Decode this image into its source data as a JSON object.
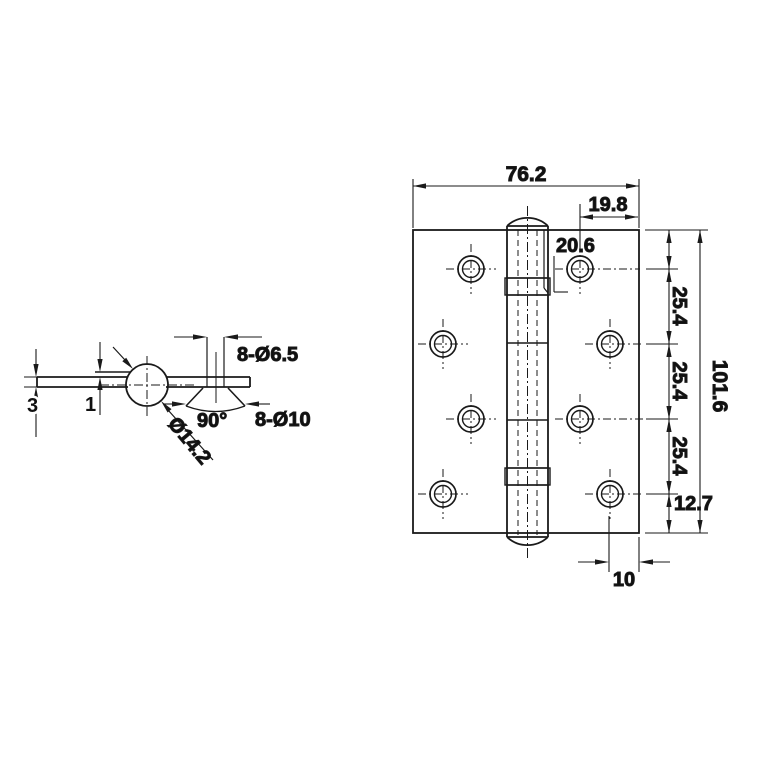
{
  "drawing_title": "butt-hinge-dimension-drawing",
  "side_view": {
    "thickness_label": "3",
    "leaf_gap_label": "1",
    "knuckle_diameter_label": "Ø14.2",
    "countersink_angle_label": "90°",
    "hole_spec_label": "8-Ø6.5",
    "countersink_spec_label": "8-Ø10"
  },
  "front_view": {
    "overall_width_label": "76.2",
    "hole_to_edge_label": "19.8",
    "center_to_hole_label": "20.6",
    "hole_pitch_labels": [
      "25.4",
      "25.4",
      "25.4"
    ],
    "overall_height_label": "101.6",
    "bottom_offset_label": "12.7",
    "hole_edge_offset_label": "10"
  },
  "style": {
    "line_color": "#1a1a1a",
    "text_color": "#101010",
    "background_color": "#ffffff"
  }
}
